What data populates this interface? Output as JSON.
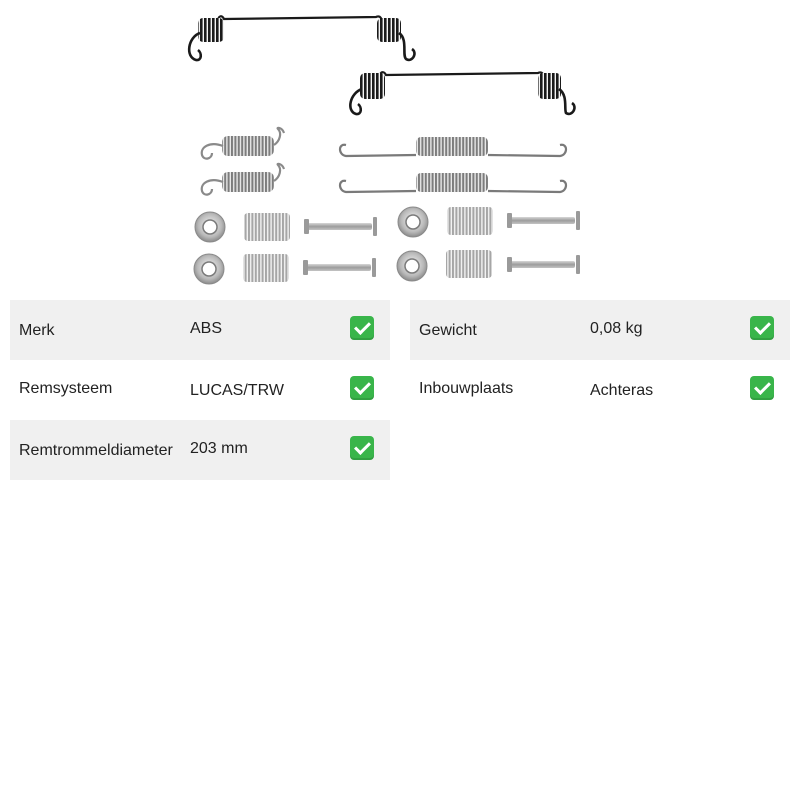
{
  "colors": {
    "row_shaded": "#f0f0f0",
    "check_green": "#39b54a",
    "spring_black": "#1a1a1a",
    "spring_silver": "#9a9a9a"
  },
  "product_image": {
    "icon": "brake-spring-kit-photo"
  },
  "specs": {
    "left": [
      {
        "label": "Merk",
        "value": "ABS",
        "status_icon": "check-icon"
      },
      {
        "label": "Remsysteem",
        "value": "LUCAS/TRW",
        "status_icon": "check-icon"
      },
      {
        "label": "Remtrommeldiameter",
        "value": "203 mm",
        "status_icon": "check-icon"
      }
    ],
    "right": [
      {
        "label": "Gewicht",
        "value": "0,08 kg",
        "status_icon": "check-icon"
      },
      {
        "label": "Inbouwplaats",
        "value": "Achteras",
        "status_icon": "check-icon"
      }
    ]
  }
}
